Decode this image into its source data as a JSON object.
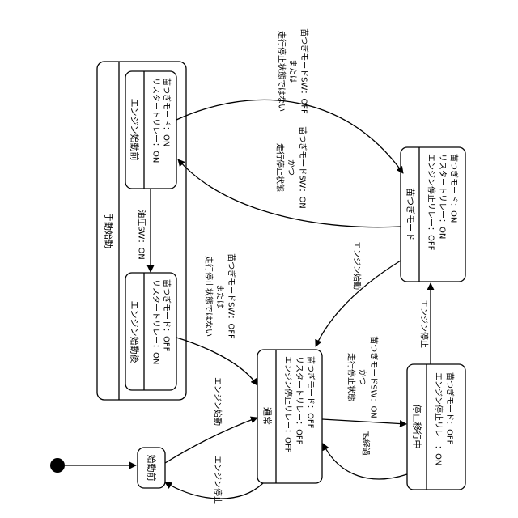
{
  "states": {
    "initial_pre_start": {
      "title": "始動前"
    },
    "manual_pre_crank": {
      "title": "エンジン始動前",
      "lines": [
        "リスタートリレー：ON",
        "苗つぎモード：ON"
      ]
    },
    "manual_post_crank": {
      "title": "エンジン始動後",
      "lines": [
        "リスタートリレー：ON",
        "苗つぎモード：OFF"
      ]
    },
    "normal": {
      "title": "通常",
      "lines": [
        "エンジン停止リレー：OFF",
        "リスタートリレー：OFF",
        "苗つぎモード：OFF"
      ]
    },
    "seedling_mode": {
      "title": "苗つぎモード",
      "lines": [
        "エンジン停止リレー：OFF",
        "リスタートリレー：ON",
        "苗つぎモード：ON"
      ]
    },
    "stopping": {
      "title": "停止移行中",
      "lines": [
        "エンジン停止リレー：ON",
        "苗つぎモード：OFF"
      ]
    }
  },
  "composite": {
    "title": "手動始動"
  },
  "transitions": {
    "pre_to_seedling": [
      "走行停止状態ではない",
      "または",
      "苗つぎモードSW：OFF"
    ],
    "seedling_to_pre": [
      "走行停止状態",
      "かつ",
      "苗つぎモードSW：ON"
    ],
    "oil_pressure": "油圧SW：ON",
    "post_to_normal": [
      "走行停止状態ではない",
      "または",
      "苗つぎモードSW：OFF"
    ],
    "seedling_engine_start": "エンジン始動",
    "init_engine_start": "エンジン始動",
    "normal_engine_stop": "エンジン停止",
    "normal_to_stopping": [
      "走行停止状態",
      "かつ",
      "苗つぎモードSW：ON"
    ],
    "stopping_to_seedling": "エンジン停止",
    "ts_elapsed": "Ts経過"
  }
}
